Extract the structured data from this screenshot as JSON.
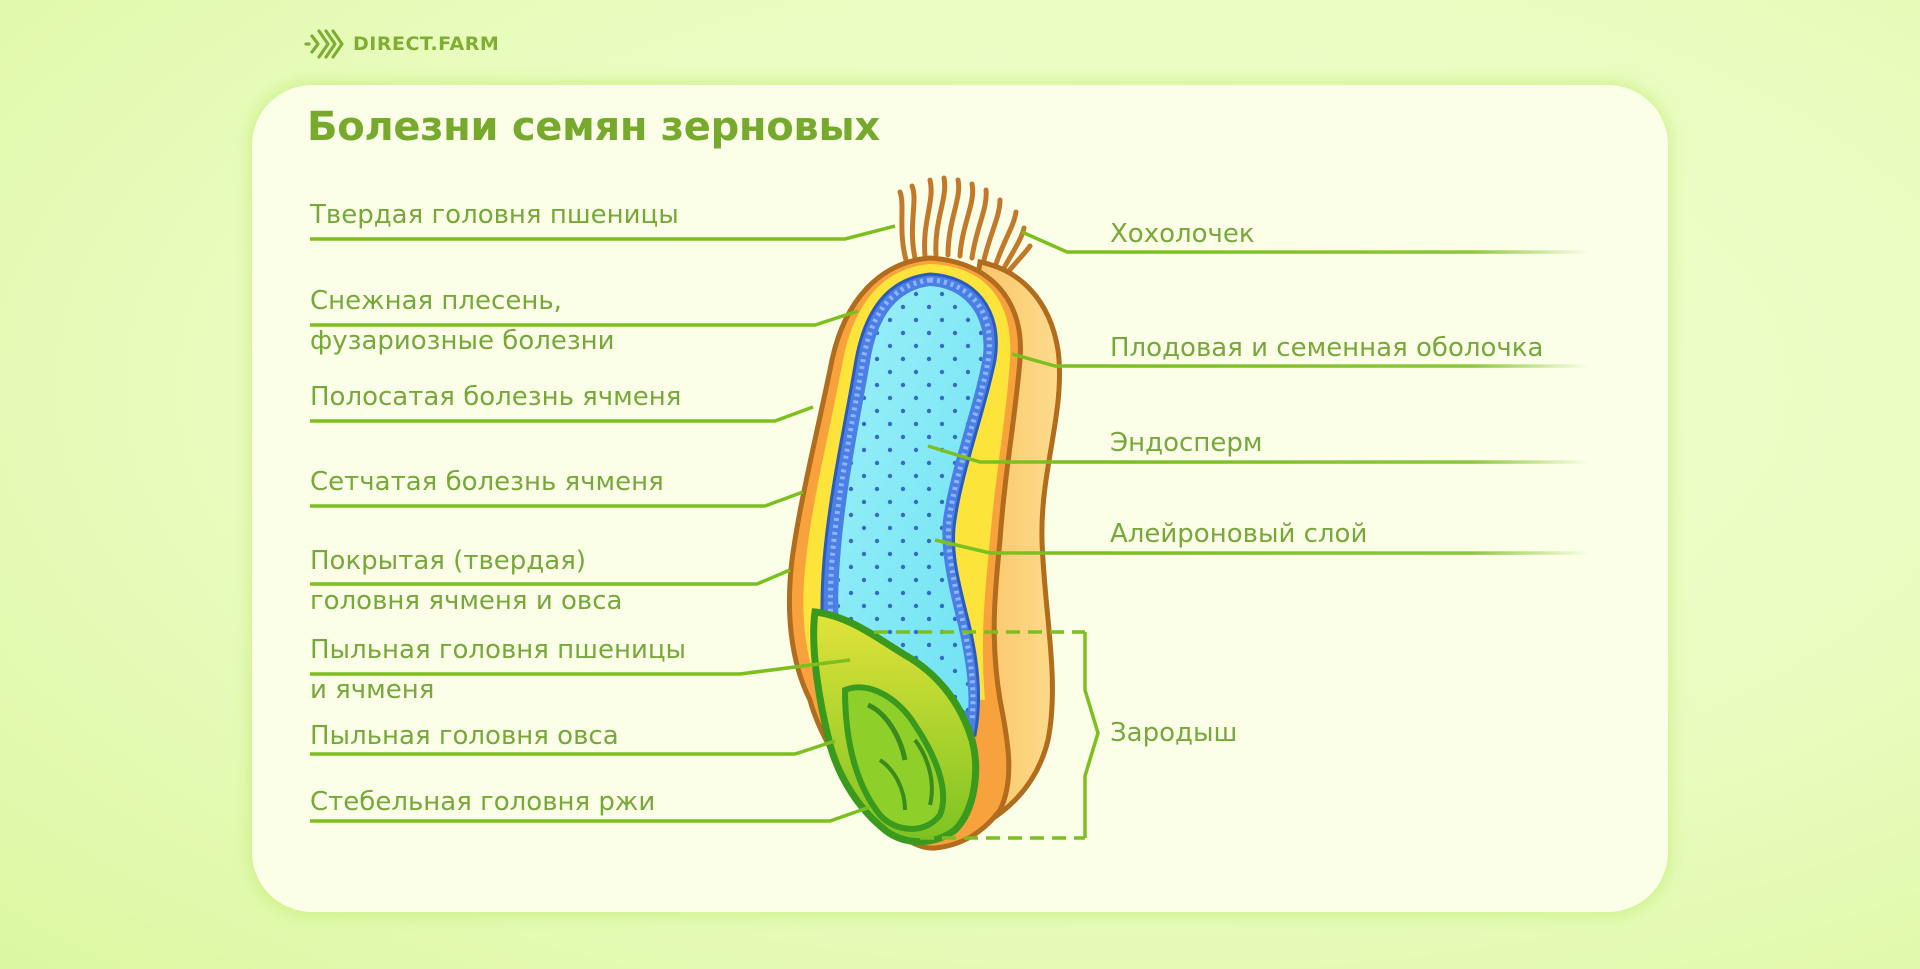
{
  "brand": {
    "logo_text": "DIRECT.FARM",
    "logo_icon": "chevrons-right-icon"
  },
  "title": "Болезни семян зерновых",
  "colors": {
    "background": "#e9fcbf",
    "card": "#fbffe8",
    "accent_green": "#77aa2c",
    "leader_line": "#7cbf1f",
    "husk_outline": "#b26c1e",
    "husk_fill": "#f8c96a",
    "seed_coat": "#fde43a",
    "aleurone": "#3f74e0",
    "endosperm": "#86ecf6",
    "embryo_light": "#d8e036",
    "embryo_dark": "#3a9a1e"
  },
  "left_labels": [
    {
      "id": "tverdaya-golovnya-pshenitsy",
      "lines": [
        "Твердая головня пшеницы"
      ]
    },
    {
      "id": "snezhnaya-plesen",
      "lines": [
        "Снежная плесень,",
        "фузариозные болезни"
      ]
    },
    {
      "id": "polosataya-bolezn",
      "lines": [
        "Полосатая болезнь ячменя"
      ]
    },
    {
      "id": "setchataya-bolezn",
      "lines": [
        "Сетчатая болезнь ячменя"
      ]
    },
    {
      "id": "pokrytaya-golovnya",
      "lines": [
        "Покрытая (твердая)",
        "головня ячменя и овса"
      ]
    },
    {
      "id": "pylnaya-golovnya-pshenitsy",
      "lines": [
        "Пыльная головня пшеницы",
        "и ячменя"
      ]
    },
    {
      "id": "pylnaya-golovnya-ovsa",
      "lines": [
        "Пыльная головня овса"
      ]
    },
    {
      "id": "stebelnaya-golovnya",
      "lines": [
        "Стебельная головня ржи"
      ]
    }
  ],
  "right_labels": [
    {
      "id": "hoholochek",
      "text": "Хохолочек"
    },
    {
      "id": "plodovaya-obolochka",
      "text": "Плодовая и семенная оболочка"
    },
    {
      "id": "endosperm",
      "text": "Эндосперм"
    },
    {
      "id": "aleyronovyy-sloy",
      "text": "Алейроновый слой"
    },
    {
      "id": "zarodysh",
      "text": "Зародыш"
    }
  ]
}
